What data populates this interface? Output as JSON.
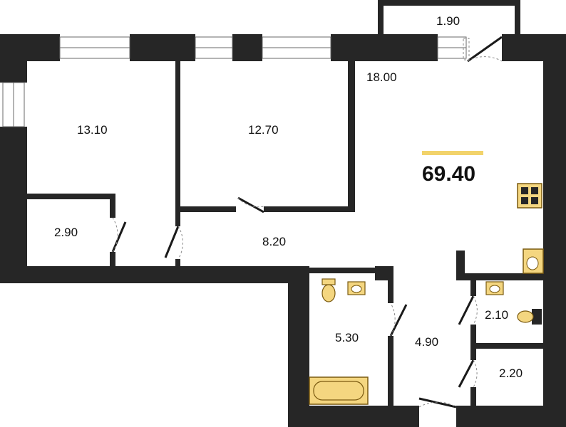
{
  "plan": {
    "total_area": "69.40",
    "colors": {
      "wall": "#262626",
      "accent": "#f2d36b",
      "fixture_fill": "#f4d680",
      "fixture_stroke": "#7a5a10"
    },
    "rooms": [
      {
        "id": "balcony",
        "label": "1.90"
      },
      {
        "id": "living-kitchen",
        "label": "18.00"
      },
      {
        "id": "bedroom-1",
        "label": "13.10"
      },
      {
        "id": "bedroom-2",
        "label": "12.70"
      },
      {
        "id": "closet",
        "label": "2.90"
      },
      {
        "id": "corridor",
        "label": "8.20"
      },
      {
        "id": "bathroom",
        "label": "5.30"
      },
      {
        "id": "hall",
        "label": "4.90"
      },
      {
        "id": "wc",
        "label": "2.10"
      },
      {
        "id": "storage",
        "label": "2.20"
      }
    ],
    "icons": [
      "stove-icon",
      "kitchen-sink-icon",
      "toilet-icon",
      "washbasin-icon",
      "bathtub-icon"
    ]
  }
}
